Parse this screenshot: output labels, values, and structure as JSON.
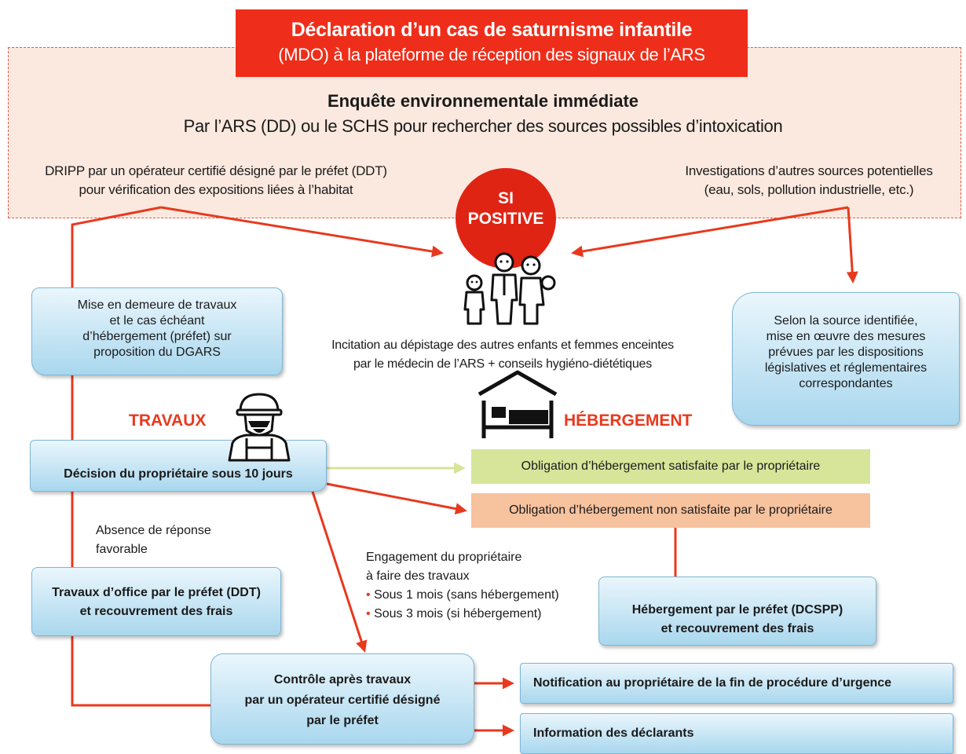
{
  "header": {
    "title": "Déclaration d’un cas de saturnisme infantile",
    "subtitle": "(MDO) à la plateforme de réception des signaux de l’ARS"
  },
  "enquete": {
    "title": "Enquête environnementale immédiate",
    "subtitle": "Par l’ARS (DD) ou le SCHS pour rechercher des sources possibles d’intoxication"
  },
  "dripp": {
    "line1": "DRIPP par un opérateur certifié désigné par le préfet (DDT)",
    "line2": "pour vérification des expositions liées à l’habitat"
  },
  "investigations": {
    "line1": "Investigations d’autres sources potentielles",
    "line2": "(eau, sols, pollution industrielle, etc.)"
  },
  "si_positive": {
    "line1": "SI",
    "line2": "POSITIVE"
  },
  "mise_en_demeure": {
    "line1": "Mise en demeure de travaux",
    "line2": "et le cas échéant",
    "line3": "d’hébergement (préfet) sur",
    "line4": "proposition du DGARS"
  },
  "incitation": {
    "line1": "Incitation au dépistage des autres enfants et femmes enceintes",
    "line2": "par le médecin de l’ARS + conseils hygiéno-diététiques"
  },
  "selon_source": {
    "line1": "Selon la source identifiée,",
    "line2": "mise en œuvre des mesures",
    "line3": "prévues par les dispositions",
    "line4": "législatives et réglementaires",
    "line5": "correspondantes"
  },
  "labels": {
    "travaux": "TRAVAUX",
    "hebergement": "HÉBERGEMENT"
  },
  "decision": "Décision du propriétaire sous 10 jours",
  "obligation_ok": "Obligation d’hébergement satisfaite par le propriétaire",
  "obligation_nok": "Obligation d’hébergement non satisfaite par le propriétaire",
  "absence": {
    "line1": "Absence de réponse",
    "line2": "favorable"
  },
  "engagement": {
    "line1": "Engagement du propriétaire",
    "line2": "à faire des travaux",
    "bullet": "•",
    "item1": "Sous 1 mois (sans hébergement)",
    "item2": "Sous 3 mois (si hébergement)"
  },
  "travaux_office": {
    "line1": "Travaux d’office par le préfet (DDT)",
    "line2": "et recouvrement des frais"
  },
  "hebergement_prefet": {
    "line1": "Hébergement par le préfet (DCSPP)",
    "line2": "et recouvrement des frais"
  },
  "controle": {
    "line1": "Contrôle après travaux",
    "line2": "par un opérateur certifié désigné",
    "line3": "par le préfet"
  },
  "notification": "Notification au propriétaire de la fin de procédure d’urgence",
  "information": "Information des déclarants",
  "icons": {
    "family": "family-icon",
    "worker": "worker-icon",
    "bed": "bed-shelter-icon"
  },
  "colors": {
    "red": "#ee2e1a",
    "peach": "#fbe9df",
    "green_bar": "#d7e59a",
    "orange_bar": "#f7c29e",
    "blue_box": "#a9d7ee"
  }
}
